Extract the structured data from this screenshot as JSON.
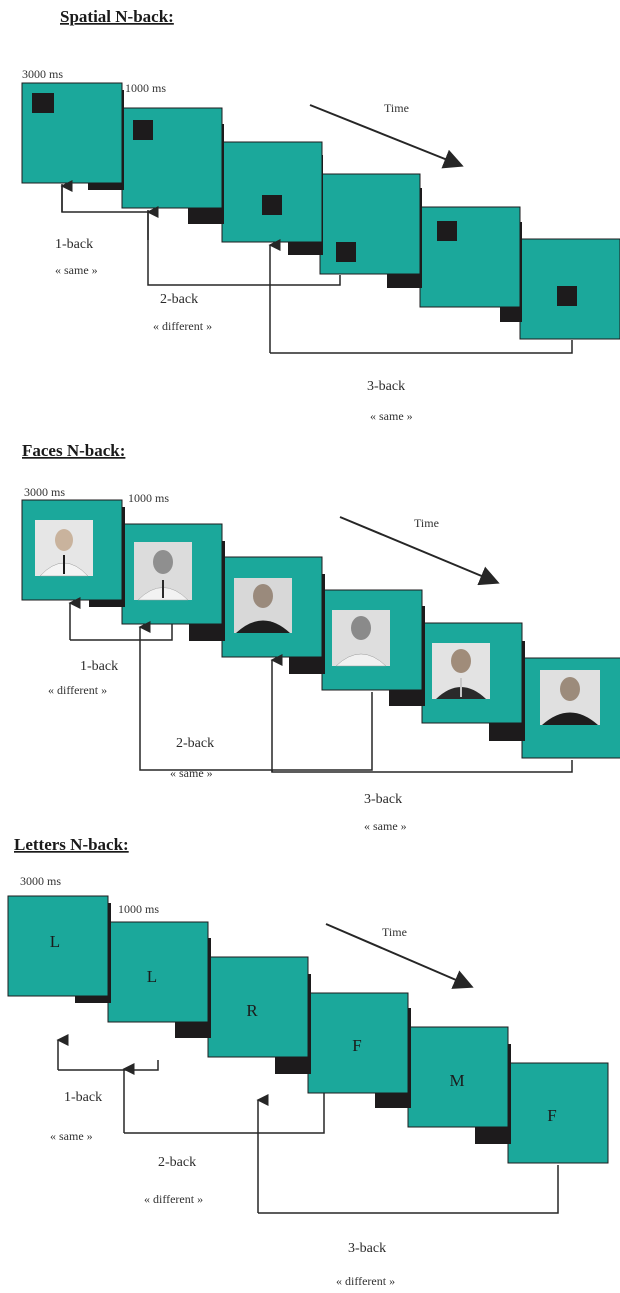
{
  "colors": {
    "teal": "#1ba89b",
    "black": "#1d1b1c",
    "line": "#262626"
  },
  "spatial": {
    "title": "Spatial N-back:",
    "duration_stim": "3000 ms",
    "duration_isi": "1000 ms",
    "time_label": "Time",
    "one_back": {
      "label": "1-back",
      "answer": "« same »"
    },
    "two_back": {
      "label": "2-back",
      "answer": "« different »"
    },
    "three_back": {
      "label": "3-back",
      "answer": "« same »"
    }
  },
  "faces": {
    "title": "Faces N-back:",
    "duration_stim": "3000 ms",
    "duration_isi": "1000 ms",
    "time_label": "Time",
    "one_back": {
      "label": "1-back",
      "answer": "« different »"
    },
    "two_back": {
      "label": "2-back",
      "answer": "« same »"
    },
    "three_back": {
      "label": "3-back",
      "answer": "« same »"
    }
  },
  "letters": {
    "title": "Letters N-back:",
    "duration_stim": "3000 ms",
    "duration_isi": "1000 ms",
    "time_label": "Time",
    "stimuli": [
      "L",
      "L",
      "R",
      "F",
      "M",
      "F"
    ],
    "one_back": {
      "label": "1-back",
      "answer": "« same »"
    },
    "two_back": {
      "label": "2-back",
      "answer": "« different »"
    },
    "three_back": {
      "label": "3-back",
      "answer": "« different »"
    }
  }
}
